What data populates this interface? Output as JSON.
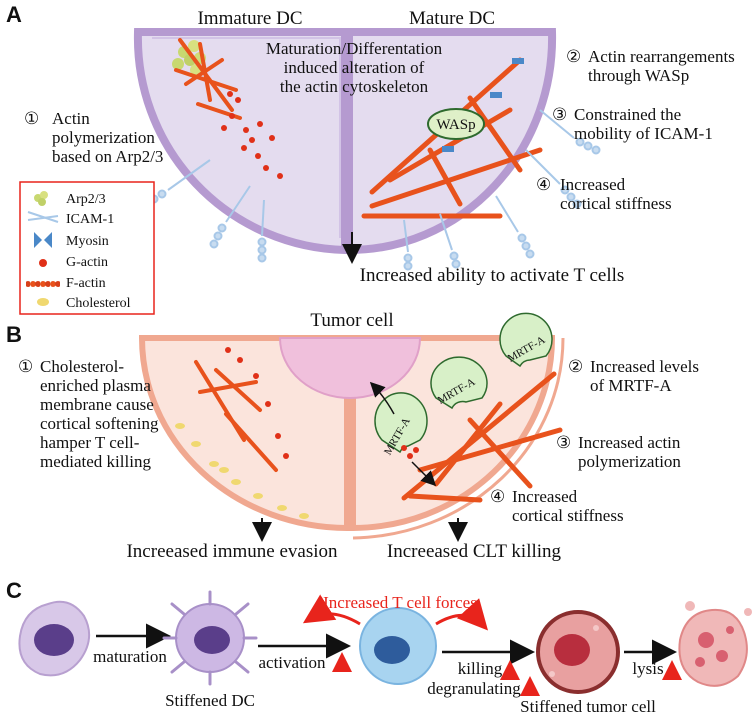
{
  "panels": {
    "a": "A",
    "b": "B",
    "c": "C"
  },
  "panel_a": {
    "left_title": "Immature DC",
    "right_title": "Mature DC",
    "center_note": [
      "Maturation/Differentation",
      "induced alteration of",
      "the actin cytoskeleton"
    ],
    "left_steps": [
      {
        "num": "①",
        "lines": [
          "Actin",
          "polymerization",
          "based on Arp2/3"
        ]
      }
    ],
    "right_steps": [
      {
        "num": "②",
        "lines": [
          "Actin rearrangements",
          "through WASp"
        ]
      },
      {
        "num": "③",
        "lines": [
          "Constrained the",
          "mobility of ICAM-1"
        ]
      },
      {
        "num": "④",
        "lines": [
          "Increased",
          "cortical stiffness"
        ]
      }
    ],
    "wasp_label": "WASp",
    "outcome": "Increased ability to activate T cells"
  },
  "legend": {
    "items": [
      {
        "icon": "arp23-icon",
        "label": "Arp2/3"
      },
      {
        "icon": "icam1-icon",
        "label": "ICAM-1"
      },
      {
        "icon": "myosin-icon",
        "label": "Myosin"
      },
      {
        "icon": "g-actin-icon",
        "label": "G-actin"
      },
      {
        "icon": "f-actin-icon",
        "label": "F-actin"
      },
      {
        "icon": "cholesterol-icon",
        "label": "Cholesterol"
      }
    ],
    "border_color": "#e8241c"
  },
  "panel_b": {
    "title": "Tumor cell",
    "left_steps": [
      {
        "num": "①",
        "lines": [
          "Cholesterol-",
          "enriched plasma",
          "membrane cause",
          "cortical softening",
          "hamper T cell-",
          "mediated killing"
        ]
      }
    ],
    "right_steps": [
      {
        "num": "②",
        "lines": [
          "Increased levels",
          "of MRTF-A"
        ]
      },
      {
        "num": "③",
        "lines": [
          "Increased actin",
          "polymerization"
        ]
      },
      {
        "num": "④",
        "lines": [
          "Increased",
          "cortical stiffness"
        ]
      }
    ],
    "mrtf_label": "MRTF-A",
    "left_outcome": "Increeased immune evasion",
    "right_outcome": "Increeased CLT killing"
  },
  "panel_c": {
    "forces_label": "Increased T cell forces",
    "step_labels": {
      "maturation": "maturation",
      "activation": "activation",
      "killing": "killing",
      "degranulating": "degranulating",
      "lysis": "lysis"
    },
    "cell_labels": {
      "stiffened_dc": "Stiffened DC",
      "stiffened_tumor": "Stiffened tumor cell"
    }
  },
  "colors": {
    "dc_membrane": "#b59ad0",
    "dc_fill": "#e4dcef",
    "tumor_membrane": "#f0a890",
    "tumor_fill": "#fbe4dc",
    "actin": "#e8521c",
    "icam": "#a8c8e8",
    "accent_red": "#e8241c"
  }
}
